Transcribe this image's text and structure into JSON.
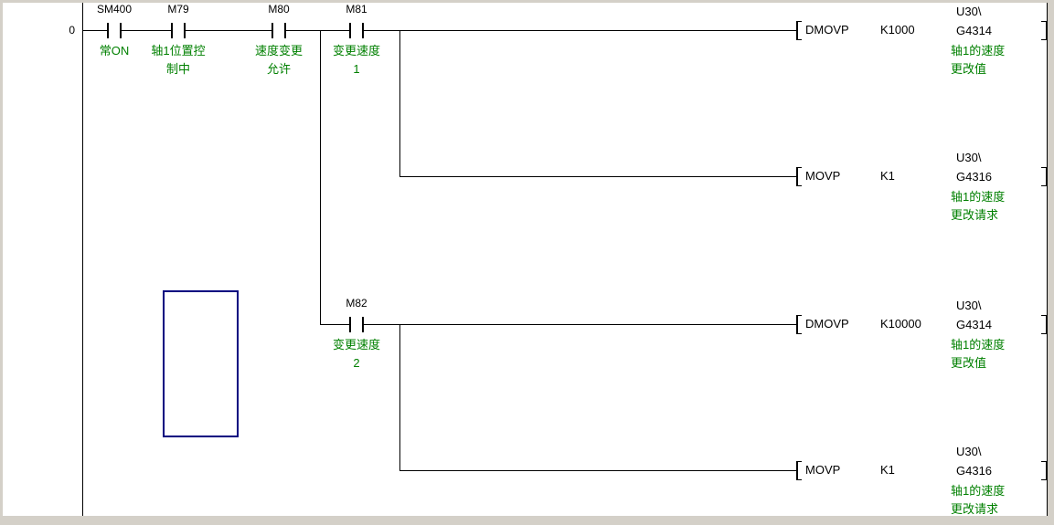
{
  "rung_number": "0",
  "colors": {
    "wire": "#000000",
    "comment_green": "#008000",
    "selection_blue": "#000080",
    "frame_gray": "#d4d0c8",
    "background": "#ffffff"
  },
  "contacts": [
    {
      "name": "SM400",
      "comment_line1": "常ON",
      "comment_line2": ""
    },
    {
      "name": "M79",
      "comment_line1": "轴1位置控",
      "comment_line2": "制中"
    },
    {
      "name": "M80",
      "comment_line1": "速度变更",
      "comment_line2": "允许"
    },
    {
      "name": "M81",
      "comment_line1": "变更速度",
      "comment_line2": "1"
    },
    {
      "name": "M82",
      "comment_line1": "变更速度",
      "comment_line2": "2"
    }
  ],
  "outputs": [
    {
      "instruction": "DMOVP",
      "operand": "K1000",
      "dest_prefix": "U30\\",
      "dest": "G4314",
      "comment_line1": "轴1的速度",
      "comment_line2": "更改值"
    },
    {
      "instruction": "MOVP",
      "operand": "K1",
      "dest_prefix": "U30\\",
      "dest": "G4316",
      "comment_line1": "轴1的速度",
      "comment_line2": "更改请求"
    },
    {
      "instruction": "DMOVP",
      "operand": "K10000",
      "dest_prefix": "U30\\",
      "dest": "G4314",
      "comment_line1": "轴1的速度",
      "comment_line2": "更改值"
    },
    {
      "instruction": "MOVP",
      "operand": "K1",
      "dest_prefix": "U30\\",
      "dest": "G4316",
      "comment_line1": "轴1的速度",
      "comment_line2": "更改请求"
    }
  ]
}
